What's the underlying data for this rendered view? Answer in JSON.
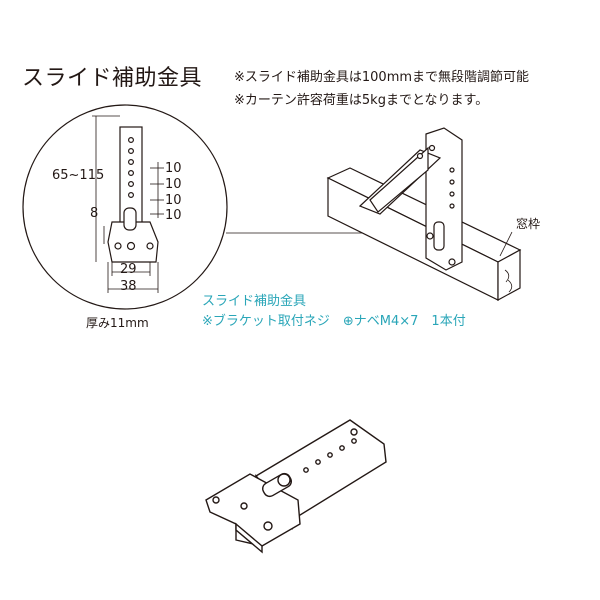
{
  "title": "スライド補助金具",
  "notes": [
    "※スライド補助金具は100mmまで無段階調節可能",
    "※カーテン許容荷重は5kgまでとなります。"
  ],
  "dimensions": {
    "height_range": "65~115",
    "pitch": [
      "10",
      "10",
      "10",
      "10"
    ],
    "offset": "8",
    "width_inner": "29",
    "width_outer": "38",
    "thickness": "厚み11mm"
  },
  "frame_label": "窓枠",
  "caption": {
    "line1": "スライド補助金具",
    "line2": "※ブラケット取付ネジ　⊕ナベM4×7　1本付"
  }
}
